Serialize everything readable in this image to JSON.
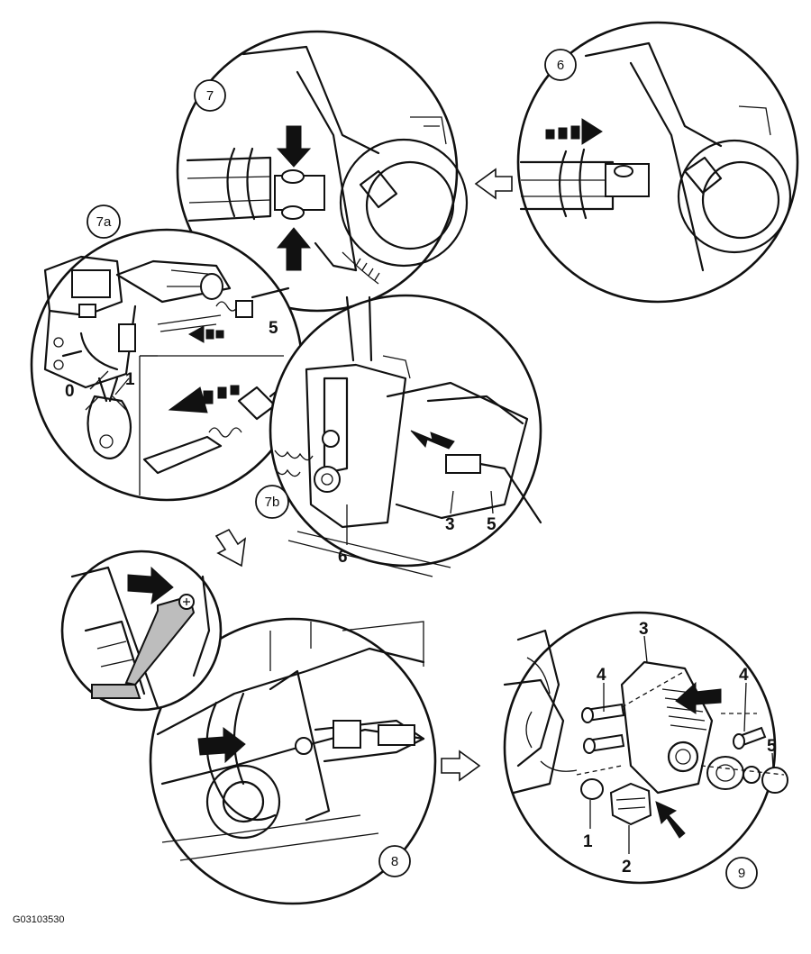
{
  "figure_code": "G03103530",
  "step_bubbles": {
    "s6": "6",
    "s7": "7",
    "s7a": "7a",
    "s7b": "7b",
    "s8": "8",
    "s9": "9"
  },
  "callouts_7a": {
    "key_pos_0": "0",
    "key_pos_1": "1",
    "cable": "5"
  },
  "callouts_7b": {
    "connector": "3",
    "cable": "5",
    "lever": "6"
  },
  "callouts_9": {
    "part1": "1",
    "part2": "2",
    "part3": "3",
    "screw_left": "4",
    "screw_right": "4",
    "part5": "5"
  }
}
